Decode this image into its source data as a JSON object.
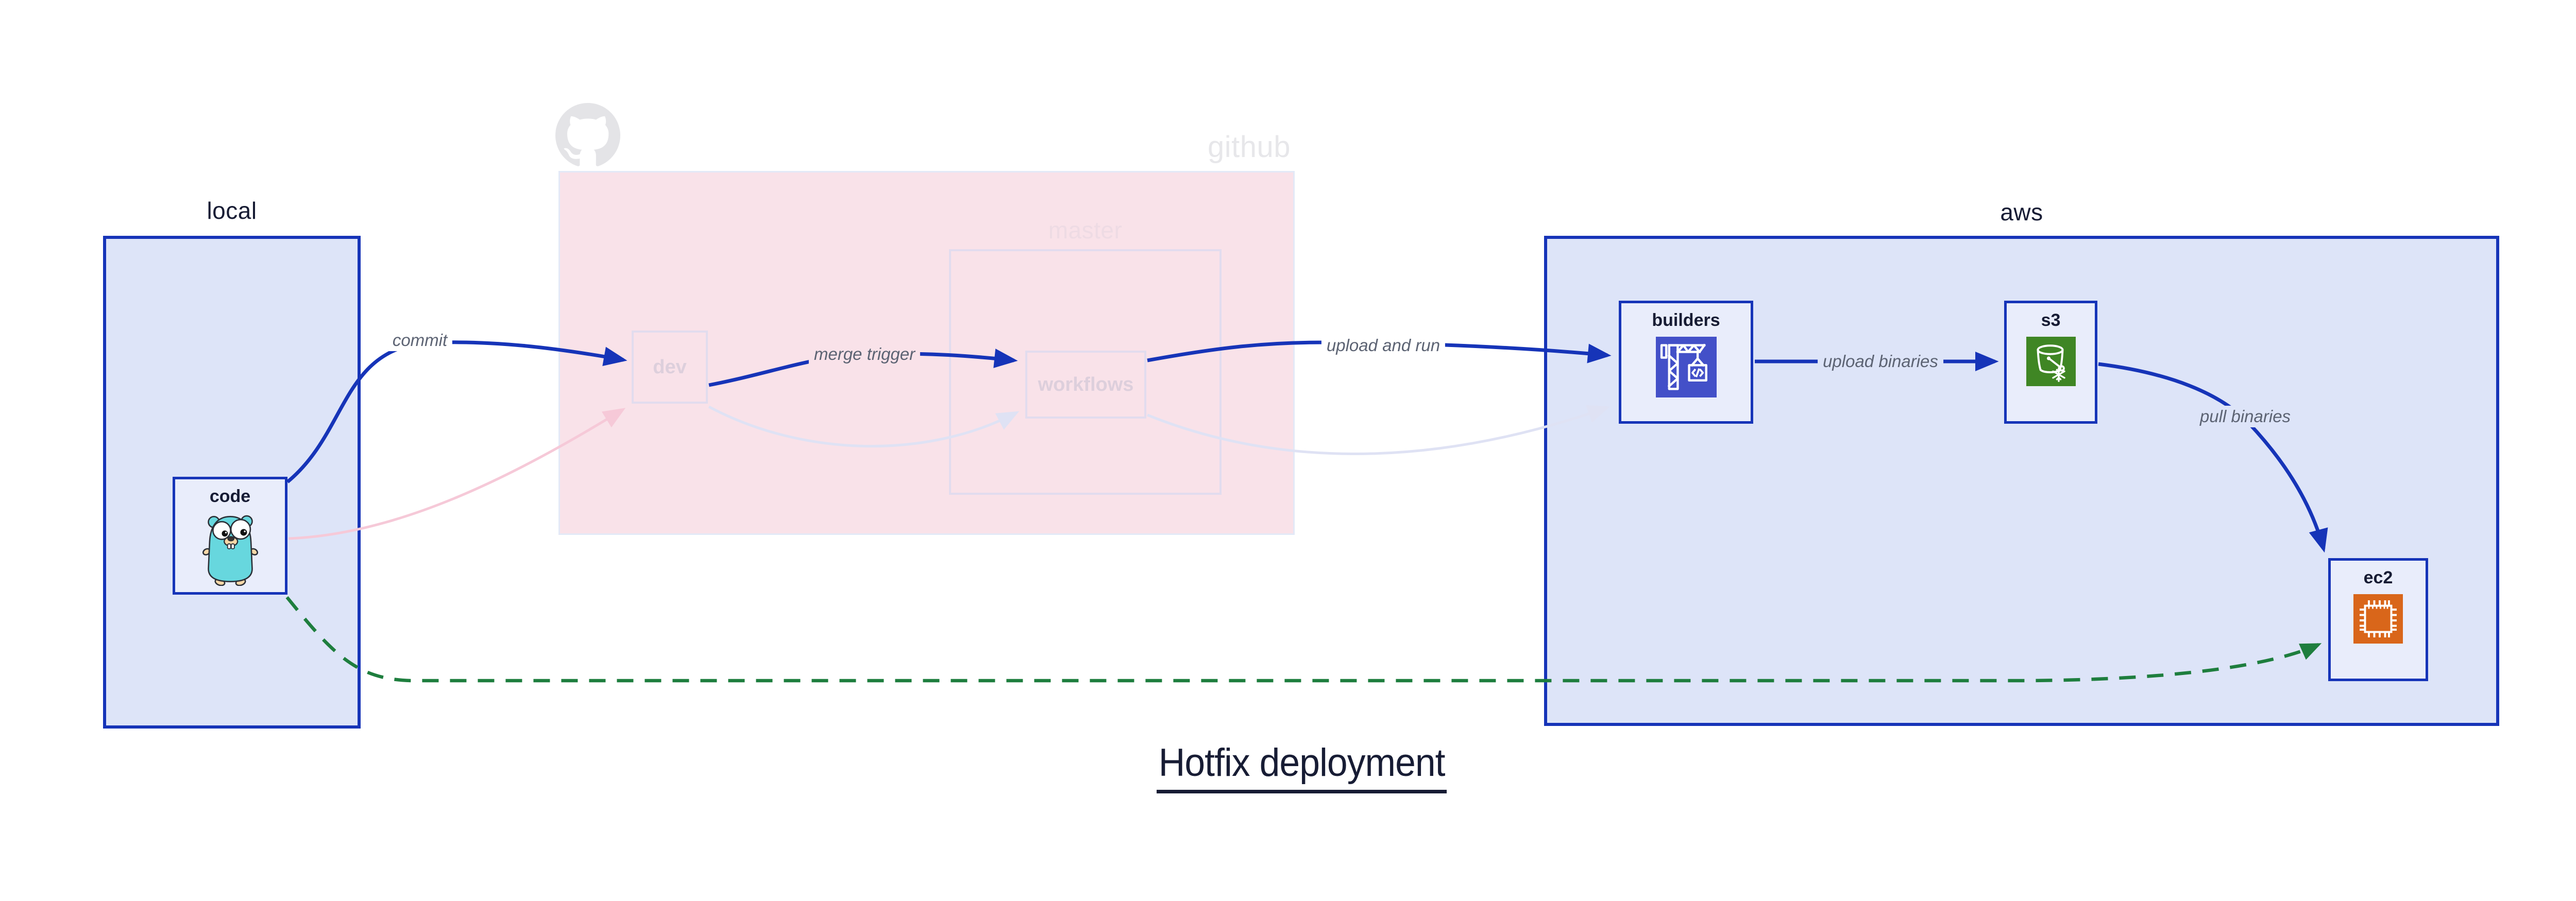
{
  "title": {
    "text": "Hotfix deployment"
  },
  "groups": {
    "local": {
      "label": "local"
    },
    "github": {
      "label": "github",
      "master_label": "master"
    },
    "aws": {
      "label": "aws"
    }
  },
  "nodes": {
    "code": {
      "label": "code",
      "icon": "go-gopher-icon"
    },
    "dev": {
      "label": "dev"
    },
    "workflows": {
      "label": "workflows"
    },
    "builders": {
      "label": "builders",
      "icon": "codebuild-crane-icon"
    },
    "s3": {
      "label": "s3",
      "icon": "s3-bucket-snowflake-icon"
    },
    "ec2": {
      "label": "ec2",
      "icon": "ec2-chip-icon"
    }
  },
  "edges": {
    "commit": {
      "label": "commit"
    },
    "merge_trigger": {
      "label": "merge trigger"
    },
    "upload_and_run": {
      "label": "upload and run"
    },
    "upload_binaries": {
      "label": "upload binaries"
    },
    "pull_binaries": {
      "label": "pull binaries"
    }
  },
  "icons": {
    "github_logo": "github-octocat-icon"
  },
  "colors": {
    "accent_blue": "#1634b8",
    "group_fill_blue": "#dde4f8",
    "node_fill": "#e9edfb",
    "github_fill": "#f9e2e9",
    "faded_border": "#e2dcee",
    "faded_text": "#ddcfdc",
    "edge_label_gray": "#5c6373",
    "green_dashed": "#1e7e3e",
    "pink_faded_edge": "#f6c9d8",
    "lavender_faded_edge": "#dfe2f4",
    "builders_icon_bg": "#4350c8",
    "s3_icon_bg": "#3f8624",
    "ec2_icon_bg": "#d9661a",
    "title_color": "#171c34"
  }
}
